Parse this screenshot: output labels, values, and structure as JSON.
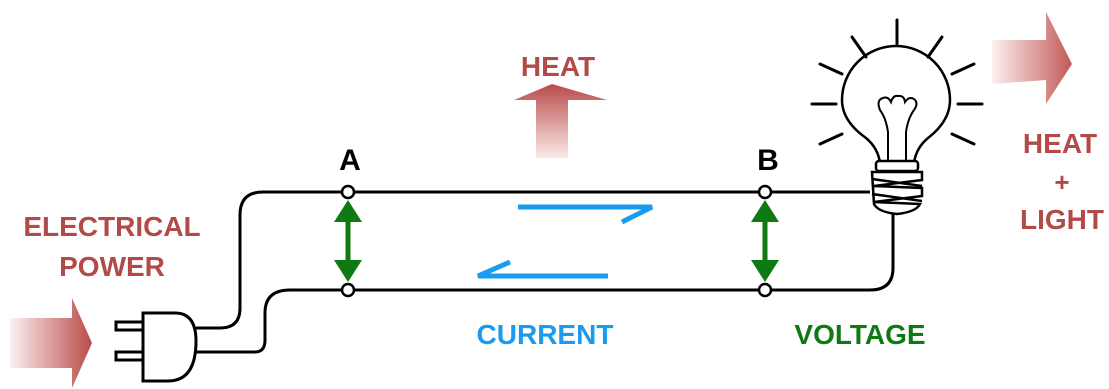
{
  "labels": {
    "heat_top": "HEAT",
    "point_a": "A",
    "point_b": "B",
    "electrical": "ELECTRICAL",
    "power": "POWER",
    "heat_right": "HEAT",
    "plus": "+",
    "light": "LIGHT",
    "current": "CURRENT",
    "voltage": "VOLTAGE"
  },
  "colors": {
    "energy_text": "#b24a48",
    "current": "#1a9bef",
    "voltage": "#0f7a12",
    "wire": "#000000",
    "energy_arrow_dark": "#b84c4a",
    "energy_arrow_light": "#fbeaea"
  }
}
